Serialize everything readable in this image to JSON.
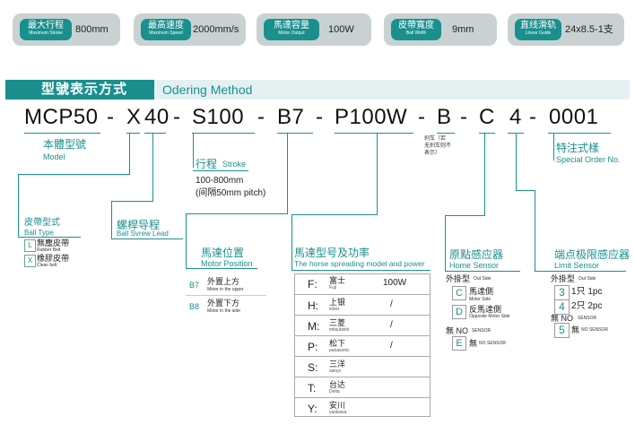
{
  "specs": [
    {
      "cn": "最大行程",
      "en": "Maximum Stroke",
      "value": "800mm"
    },
    {
      "cn": "最高速度",
      "en": "Maximum Speed",
      "value": "2000mm/s"
    },
    {
      "cn": "馬達容量",
      "en": "Motor Output",
      "value": "100W"
    },
    {
      "cn": "皮帶寬度",
      "en": "Ball Width",
      "value": "9mm"
    },
    {
      "cn": "直线滑轨",
      "en": "Linear Guide",
      "value": "24x8.5-1支"
    }
  ],
  "banner": {
    "cn": "型號表示方式",
    "en": "Odering Method"
  },
  "code": {
    "p1": "MCP50",
    "d1": "-",
    "p2": "X",
    "p3": "40",
    "d2": "-",
    "p4": "S100",
    "d3": "-",
    "p5": "B7",
    "d4": "-",
    "p6": "P100W",
    "d5": "-",
    "p7": "B",
    "d6": "-",
    "p8": "C",
    "p9": "4",
    "d7": "-",
    "p10": "0001"
  },
  "model": {
    "cn": "本體型號",
    "en": "Model"
  },
  "stroke": {
    "cn": "行程",
    "en": "Stroke",
    "range": "100-800mm",
    "pitch": "(间隔50mm pitch)"
  },
  "brake": {
    "line1": "刹车（若",
    "line2": "无刹车则不",
    "line3": "表示）"
  },
  "special": {
    "cn": "特注式樣",
    "en": "Special Order No."
  },
  "belt": {
    "cn": "皮帶型式",
    "en": "Ball Type",
    "items": [
      {
        "code": "L",
        "cn": "無塵皮帶",
        "en": "Rubber Belt"
      },
      {
        "code": "X",
        "cn": "橡膠皮帶",
        "en": "Clean belt"
      }
    ]
  },
  "lead": {
    "cn": "螺桿导程",
    "en": "Ball Svrew Lead"
  },
  "motor_pos": {
    "cn": "馬達位置",
    "en": "Motor Position",
    "items": [
      {
        "code": "B7",
        "cn": "外置上方",
        "en": "Motor in the upper"
      },
      {
        "code": "B8",
        "cn": "外置下方",
        "en": "Motor in the side"
      }
    ]
  },
  "motor": {
    "cn": "馬達型号及功率",
    "en": "The horse spreading model and power",
    "rows": [
      {
        "code": "F:",
        "cn": "富士",
        "en": "Fuji",
        "val": "100W"
      },
      {
        "code": "H:",
        "cn": "上银",
        "en": "silver",
        "val": "/"
      },
      {
        "code": "M:",
        "cn": "三菱",
        "en": "mitsubishi",
        "val": "/"
      },
      {
        "code": "P:",
        "cn": "松下",
        "en": "panasonic",
        "val": "/"
      },
      {
        "code": "S:",
        "cn": "三洋",
        "en": "sanyo",
        "val": ""
      },
      {
        "code": "T:",
        "cn": "台达",
        "en": "Delta",
        "val": ""
      },
      {
        "code": "Y:",
        "cn": "安川",
        "en": "yaskawa",
        "val": ""
      }
    ]
  },
  "home": {
    "cn": "原點感应器",
    "en": "Home Sensor",
    "ext": "外掛型",
    "ext_en": "Out Side",
    "items": [
      {
        "code": "C",
        "cn": "馬達側",
        "en": "Motor Side"
      },
      {
        "code": "D",
        "cn": "反馬達側",
        "en": "Opposite Motor Side"
      }
    ],
    "none": "無 NO",
    "none_en": "SENSOR",
    "e_code": "E",
    "e_cn": "無",
    "e_en": "NO SENSOR"
  },
  "limit": {
    "cn": "端点极限感应器",
    "en": "Limit Sensor",
    "ext": "外掛型",
    "ext_en": "Out Side",
    "items": [
      {
        "code": "3",
        "cn": "1只 1pc"
      },
      {
        "code": "4",
        "cn": "2只 2pc"
      }
    ],
    "none": "無 NO",
    "none_en": "SENSOR",
    "code5": "5",
    "n5_cn": "無",
    "n5_en": "NO SENSOR"
  },
  "colors": {
    "accent": "#1a8f8e",
    "spec_bg": "#c9d2d2",
    "banner_bg": "#e3f1f3"
  }
}
